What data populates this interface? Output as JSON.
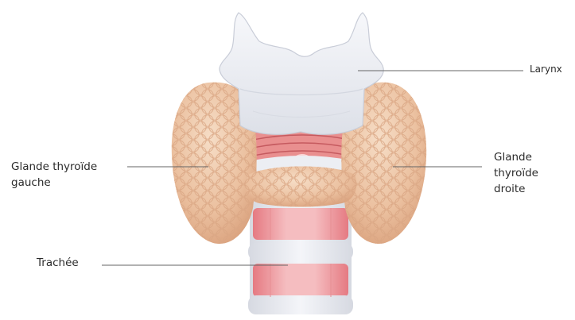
{
  "labels": {
    "larynx": "Larynx",
    "left_lobe_line1": "Glande thyroïde",
    "left_lobe_line2": "gauche",
    "right_lobe_line1": "Glande",
    "right_lobe_line2": "thyroïde",
    "right_lobe_line3": "droite",
    "trachea": "Trachée"
  },
  "colors": {
    "thyroid_light": "#f3d3b8",
    "thyroid_mid": "#e4b08d",
    "thyroid_dark": "#c98a65",
    "cartilage": "#eef0f5",
    "cartilage_shadow": "#cfd3dc",
    "trachea_ring": "#e8888e",
    "trachea_ring_light": "#f6c5c7",
    "leader_line": "#555555"
  }
}
